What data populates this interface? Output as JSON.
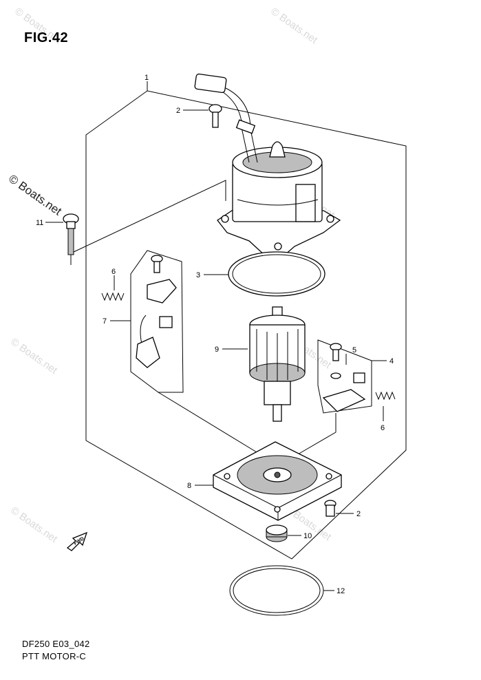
{
  "figure": {
    "title": "FIG.42",
    "model_code": "DF250 E03_042",
    "section_name": "PTT MOTOR-C"
  },
  "watermark": {
    "text": "© Boats.net"
  },
  "fwd_mark": {
    "text": "FWD"
  },
  "callouts": [
    {
      "id": "1",
      "label": "1"
    },
    {
      "id": "2a",
      "label": "2"
    },
    {
      "id": "2b",
      "label": "2"
    },
    {
      "id": "3",
      "label": "3"
    },
    {
      "id": "4",
      "label": "4"
    },
    {
      "id": "5",
      "label": "5"
    },
    {
      "id": "6a",
      "label": "6"
    },
    {
      "id": "6b",
      "label": "6"
    },
    {
      "id": "7",
      "label": "7"
    },
    {
      "id": "8",
      "label": "8"
    },
    {
      "id": "9",
      "label": "9"
    },
    {
      "id": "10",
      "label": "10"
    },
    {
      "id": "11",
      "label": "11"
    },
    {
      "id": "12",
      "label": "12"
    }
  ]
}
